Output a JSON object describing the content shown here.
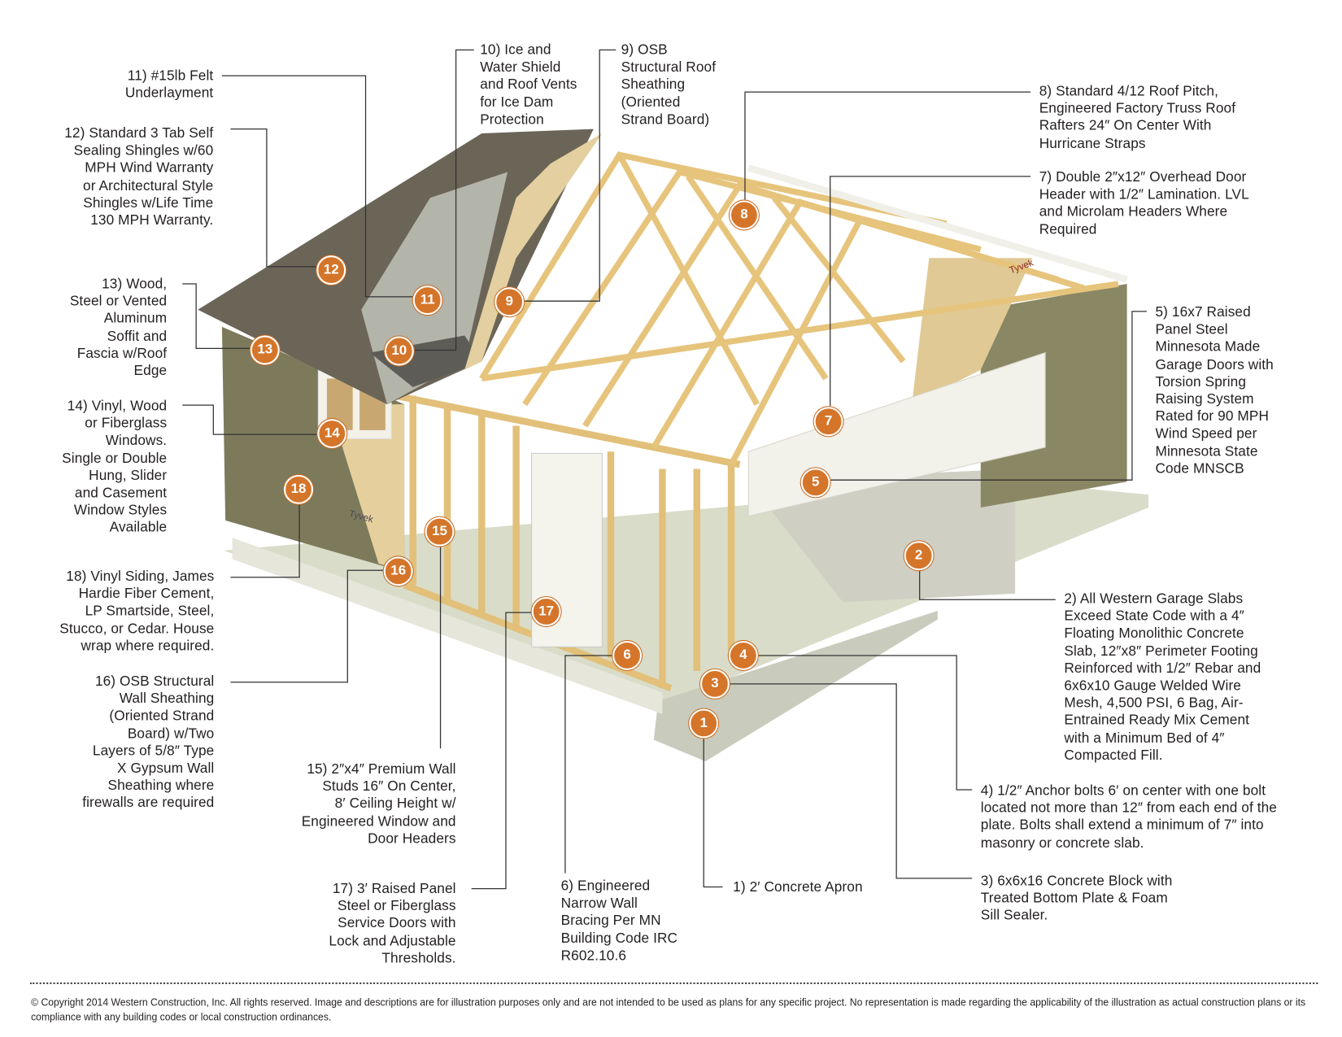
{
  "callouts": [
    {
      "n": "1",
      "text": "1) 2′ Concrete Apron"
    },
    {
      "n": "2",
      "text": "2) All Western Garage Slabs\nExceed State Code with a 4″\nFloating Monolithic Concrete\nSlab, 12″x8″ Perimeter Footing\nReinforced with 1/2″ Rebar and\n6x6x10 Gauge Welded Wire\nMesh, 4,500 PSI, 6 Bag, Air-\nEntrained Ready Mix Cement\nwith a Minimum Bed of 4″\nCompacted Fill."
    },
    {
      "n": "3",
      "text": "3) 6x6x16 Concrete Block with\nTreated Bottom Plate & Foam\nSill Sealer."
    },
    {
      "n": "4",
      "text": "4) 1/2″ Anchor bolts 6′ on center with one bolt\nlocated not more than 12″ from each end of the\nplate. Bolts shall extend a minimum of 7″ into\nmasonry or concrete slab."
    },
    {
      "n": "5",
      "text": "5) 16x7 Raised\nPanel Steel\nMinnesota Made\nGarage Doors with\nTorsion Spring\nRaising System\nRated for 90 MPH\nWind Speed per\nMinnesota State\nCode MNSCB"
    },
    {
      "n": "6",
      "text": "6) Engineered\nNarrow Wall\nBracing Per MN\nBuilding Code IRC\nR602.10.6"
    },
    {
      "n": "7",
      "text": "7) Double 2″x12″ Overhead Door\nHeader with 1/2″ Lamination. LVL\nand Microlam Headers Where\nRequired"
    },
    {
      "n": "8",
      "text": "8) Standard 4/12 Roof Pitch,\nEngineered Factory Truss Roof\nRafters 24″ On Center With\nHurricane Straps"
    },
    {
      "n": "9",
      "text": "9) OSB\nStructural Roof\nSheathing\n(Oriented\nStrand Board)"
    },
    {
      "n": "10",
      "text": "10) Ice and\nWater Shield\nand Roof Vents\nfor Ice Dam\nProtection"
    },
    {
      "n": "11",
      "text": "11) #15lb Felt\nUnderlayment"
    },
    {
      "n": "12",
      "text": "12) Standard 3 Tab Self\nSealing Shingles w/60\nMPH Wind Warranty\nor  Architectural Style\nShingles w/Life Time\n130 MPH Warranty."
    },
    {
      "n": "13",
      "text": "13) Wood,\nSteel or Vented\nAluminum\nSoffit and\nFascia w/Roof\nEdge"
    },
    {
      "n": "14",
      "text": "14) Vinyl, Wood\nor Fiberglass\nWindows.\nSingle or Double\nHung, Slider\nand Casement\nWindow Styles\nAvailable"
    },
    {
      "n": "15",
      "text": "15) 2″x4″ Premium Wall\nStuds 16″ On Center,\n8′ Ceiling Height w/\nEngineered Window and\nDoor Headers"
    },
    {
      "n": "16",
      "text": "16) OSB Structural\nWall Sheathing\n(Oriented Strand\nBoard) w/Two\nLayers of 5/8″ Type\nX Gypsum Wall\nSheathing where\nfirewalls are required"
    },
    {
      "n": "17",
      "text": "17) 3′ Raised Panel\nSteel or Fiberglass\nService Doors with\nLock and Adjustable\nThresholds."
    },
    {
      "n": "18",
      "text": "18) Vinyl Siding, James\nHardie Fiber Cement,\nLP Smartside, Steel,\nStucco, or Cedar. House\nwrap where required."
    }
  ],
  "wrap_brand": "Tyvek",
  "footer": "© Copyright 2014 Western Construction, Inc. All rights reserved. Image and descriptions are for illustration purposes only and are not intended to be used as plans for any specific project. No representation is made regarding the applicability of the illustration as actual construction plans or its compliance with any building codes or local construction ordinances.",
  "colors": {
    "badge": "#d4752a",
    "siding": "#7d7a5c",
    "lumber": "#e8c98a",
    "shingle": "#6b6558"
  }
}
